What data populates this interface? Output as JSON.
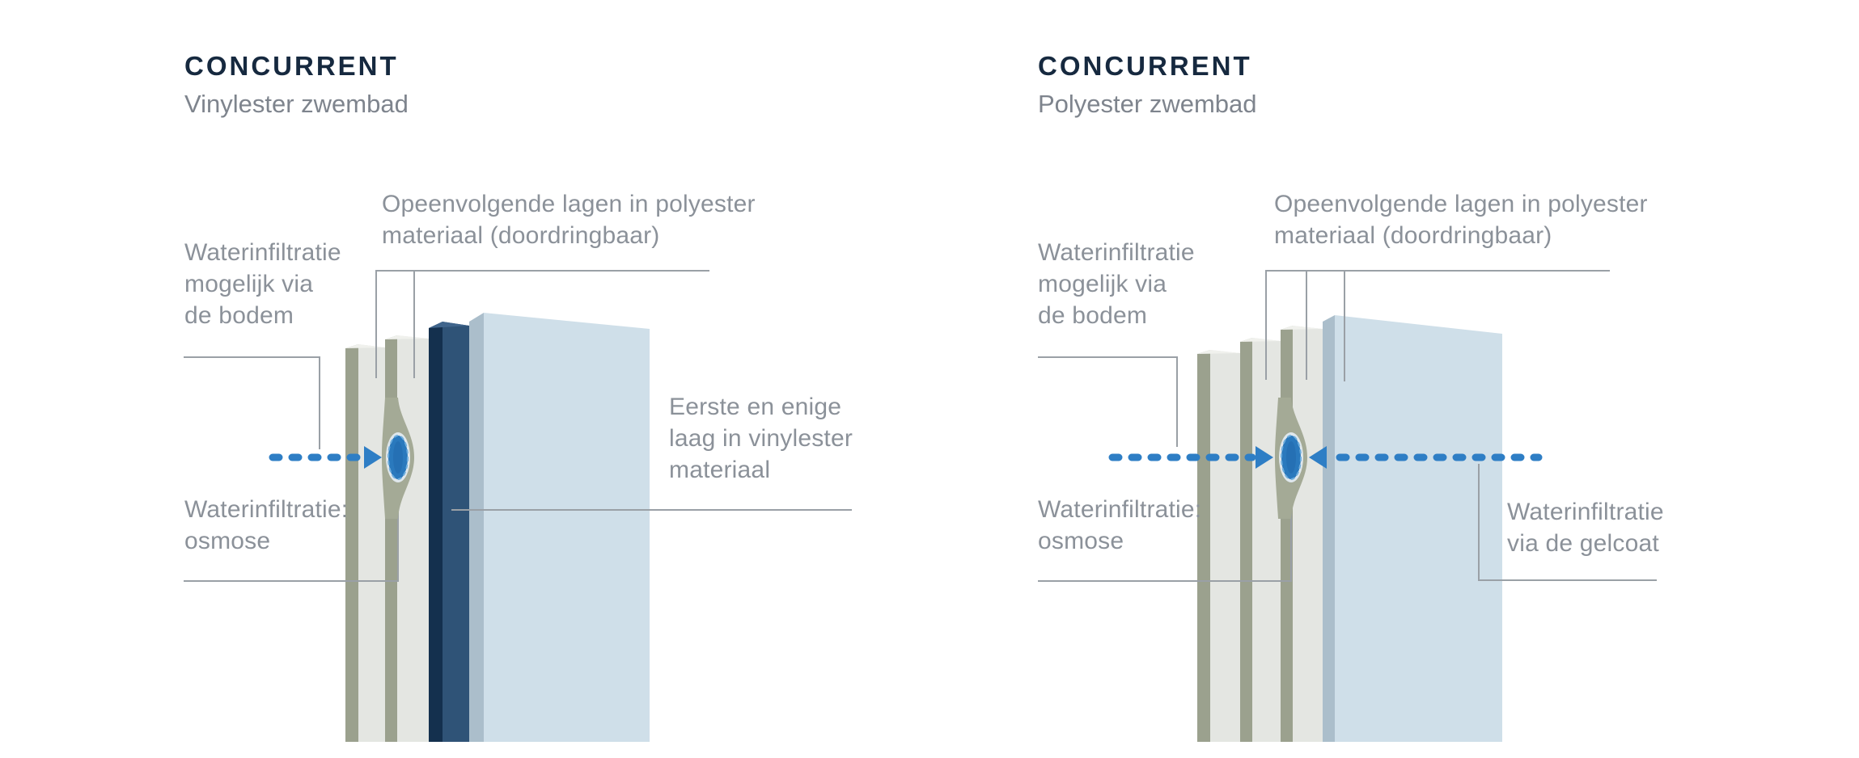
{
  "colors": {
    "title_navy": "#16293f",
    "subtitle_gray": "#7e848d",
    "text_gray": "#8b9199",
    "line_gray": "#9aa0a6",
    "olive": "#9ba18e",
    "olive_bulge": "#a4aa96",
    "layer_gray": "#e4e6e2",
    "layer_gray_top": "#f0f1ed",
    "navy_side": "#14304e",
    "navy_front": "#2f5377",
    "navy_top": "#40658c",
    "blue_side": "#abbecb",
    "blue_front": "#cfdfe9",
    "water_blue": "#2e7ec5",
    "droplet_blue": "#2a79bd",
    "droplet_dark": "#1f66a8",
    "droplet_halo": "#dfe7ec"
  },
  "left": {
    "title": "CONCURRENT",
    "subtitle": "Vinylester zwembad",
    "label_layers": "Opeenvolgende lagen in polyester\nmateriaal (doordringbaar)",
    "label_bodem": "Waterinfiltratie\nmogelijk via\nde bodem",
    "label_osmose": "Waterinfiltratie:\nosmose",
    "label_inner": "Eerste en enige\nlaag in vinylester\nmateriaal"
  },
  "right": {
    "title": "CONCURRENT",
    "subtitle": "Polyester zwembad",
    "label_layers": "Opeenvolgende lagen in polyester\nmateriaal (doordringbaar)",
    "label_bodem": "Waterinfiltratie\nmogelijk via\nde bodem",
    "label_osmose": "Waterinfiltratie:\nosmose",
    "label_gelcoat": "Waterinfiltratie\nvia de gelcoat"
  }
}
